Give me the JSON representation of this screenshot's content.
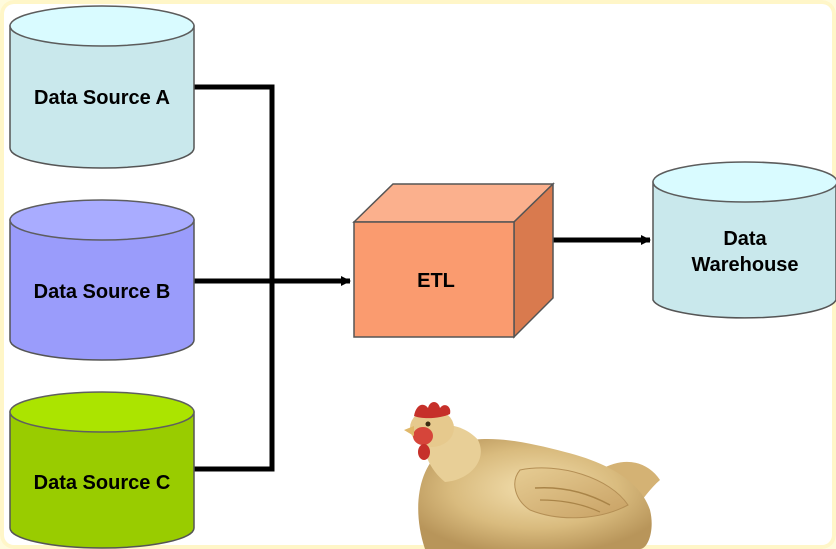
{
  "diagram": {
    "sources": [
      {
        "label": "Data Source A",
        "color": "#c9e8ec"
      },
      {
        "label": "Data Source B",
        "color": "#9a9cfb"
      },
      {
        "label": "Data Source C",
        "color": "#99cc00"
      }
    ],
    "etl": {
      "label": "ETL",
      "color": "#fa9b6f"
    },
    "warehouse": {
      "label_line1": "Data",
      "label_line2": "Warehouse",
      "color": "#c9e8ec"
    },
    "colors": {
      "background": "#ffffff",
      "border": "#fff6c8",
      "connector": "#000000"
    },
    "decoration": {
      "image": "chicken-photo"
    }
  }
}
